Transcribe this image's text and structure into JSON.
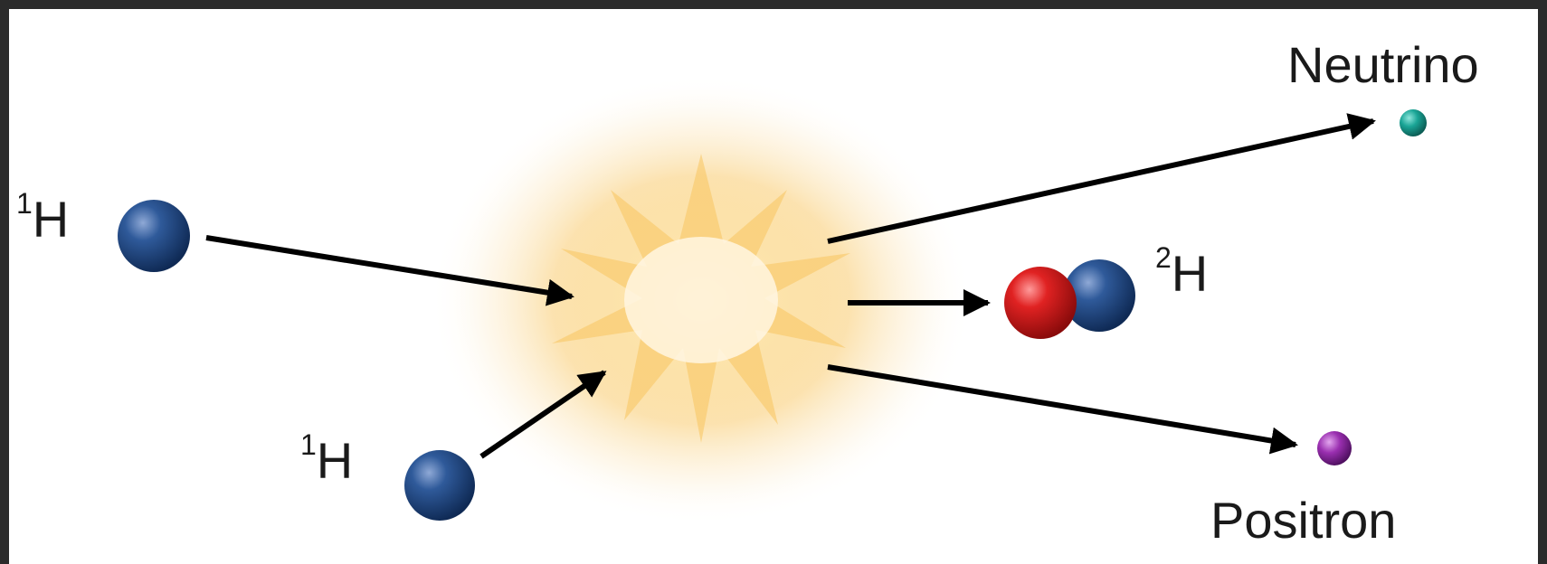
{
  "diagram": {
    "labels": {
      "h1_top_mass": "1",
      "h1_top_symbol": "H",
      "h1_bottom_mass": "1",
      "h1_bottom_symbol": "H",
      "h2_mass": "2",
      "h2_symbol": "H",
      "neutrino": "Neutrino",
      "positron": "Positron"
    },
    "colors": {
      "proton": "#1f4a86",
      "red_particle": "#d21f1f",
      "neutrino": "#1a9a8c",
      "positron": "#8a2a9c",
      "burst": "#f7c35a",
      "arrow": "#000000"
    }
  }
}
